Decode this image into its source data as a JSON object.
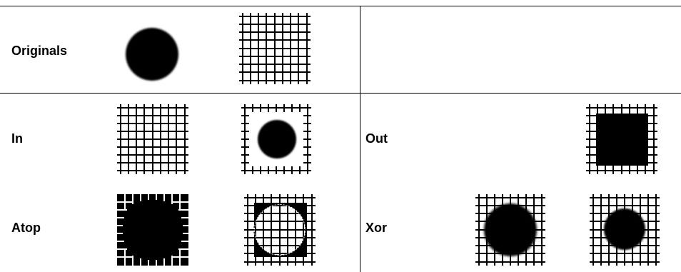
{
  "rows": {
    "originals": {
      "label": "Originals"
    },
    "in": {
      "label": "In"
    },
    "out": {
      "label": "Out"
    },
    "atop": {
      "label": "Atop"
    },
    "xor": {
      "label": "Xor"
    }
  },
  "colors": {
    "ink": "#000000",
    "background": "#ffffff"
  }
}
